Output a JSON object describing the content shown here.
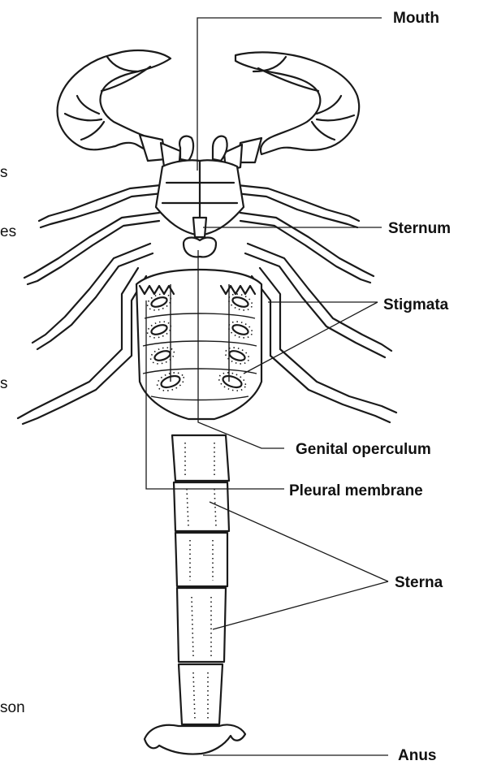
{
  "labels": {
    "mouth": "Mouth",
    "sternum": "Sternum",
    "stigmata": "Stigmata",
    "genital_operculum": "Genital operculum",
    "pleural_membrane": "Pleural membrane",
    "sterna": "Sterna",
    "anus": "Anus",
    "cut_left_1": "s",
    "cut_left_2": "es",
    "cut_left_3": "s",
    "cut_left_4": "son"
  }
}
